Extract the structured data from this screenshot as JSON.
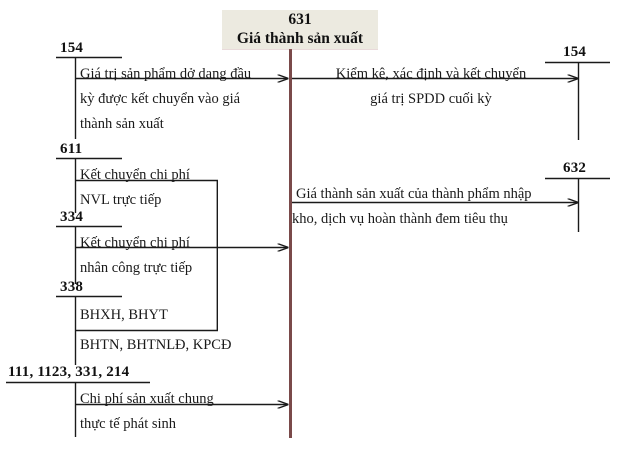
{
  "diagram": {
    "type": "t-account-flow",
    "title_account": {
      "number": "631",
      "name": "Giá thành sản xuất"
    },
    "colors": {
      "header_background": "#eceae0",
      "center_axis": "#7a4a4a",
      "line": "#1a1a1a",
      "text": "#1a1a1a",
      "page_background": "#ffffff"
    },
    "left_accounts": [
      {
        "number": "154",
        "lines": [
          "Giá trị sản phẩm dở dang đầu",
          "kỳ được kết chuyển vào giá",
          "thành sản xuất"
        ]
      },
      {
        "number": "611",
        "lines": [
          "Kết chuyển chi phí",
          "NVL trực tiếp"
        ]
      },
      {
        "number": "334",
        "lines": [
          "Kết chuyển chi phí",
          "nhân công trực tiếp"
        ]
      },
      {
        "number": "338",
        "lines": [
          "BHXH, BHYT",
          "BHTN, BHTNLĐ, KPCĐ"
        ]
      },
      {
        "number": "111, 1123, 331, 214",
        "lines": [
          "Chi phí sản xuất chung",
          "thực tế phát sinh"
        ]
      }
    ],
    "right_accounts": [
      {
        "number": "154",
        "lines": [
          "Kiểm kê, xác định và kết chuyển",
          "giá trị SPDD cuối kỳ"
        ]
      },
      {
        "number": "632",
        "lines": [
          "Giá thành sản xuất của thành phẩm nhập",
          "kho, dịch vụ hoàn thành đem tiêu thụ"
        ]
      }
    ]
  }
}
